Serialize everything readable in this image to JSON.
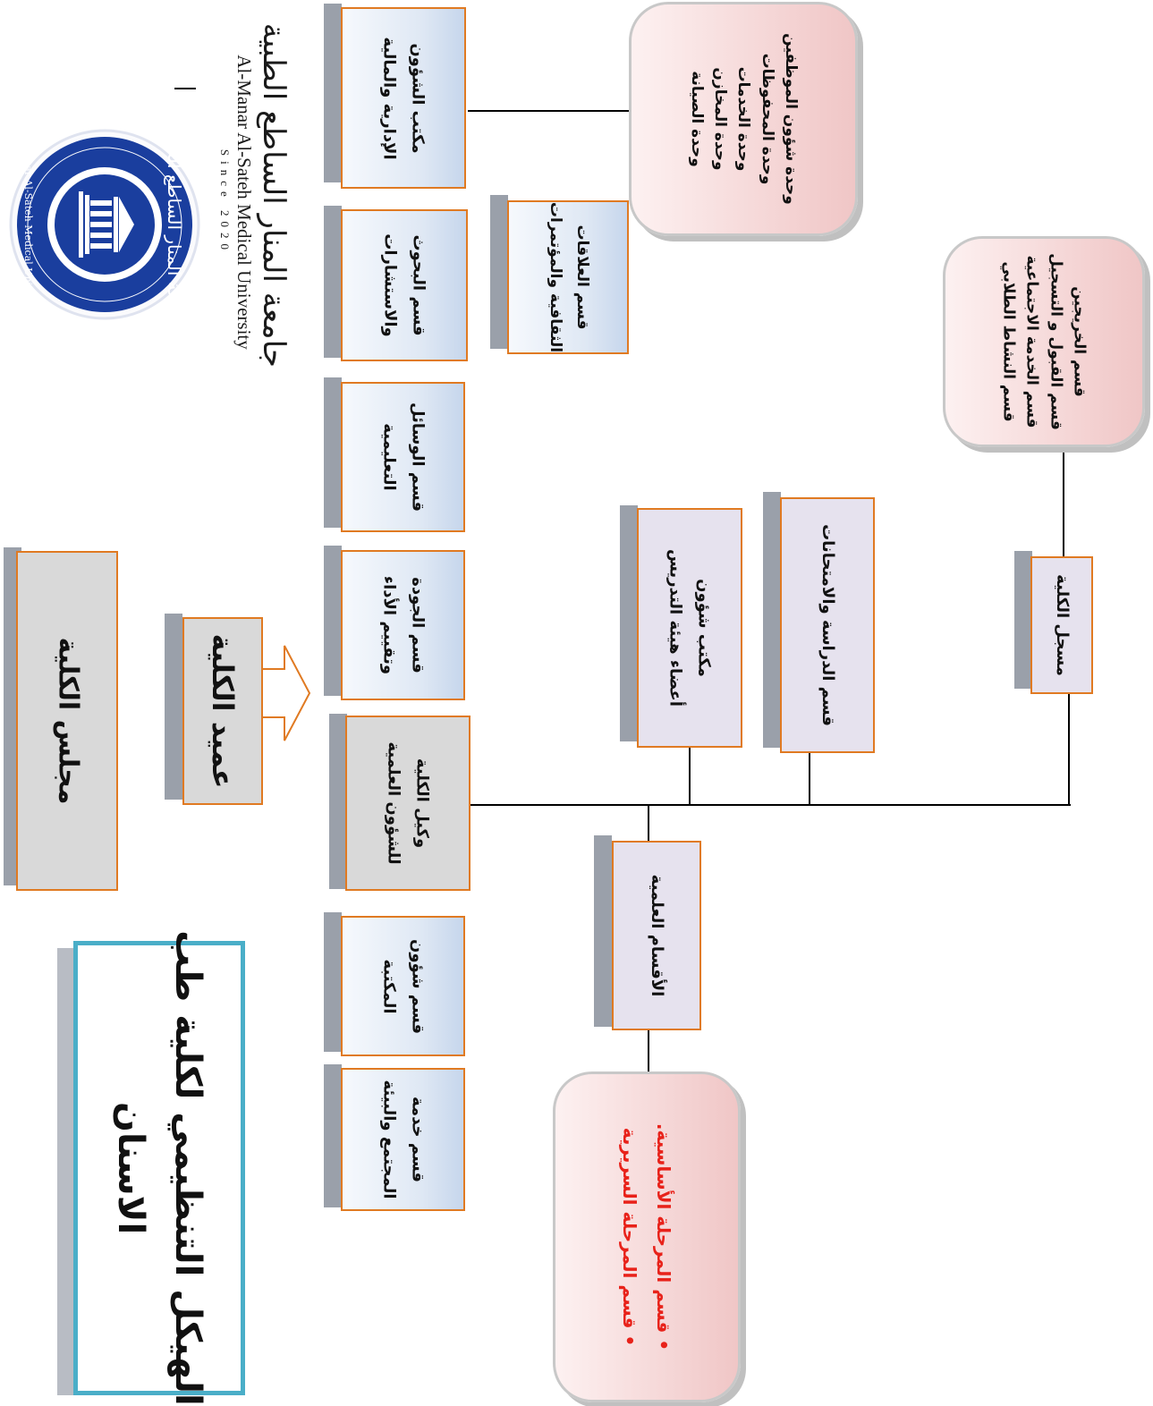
{
  "title": {
    "line1": "الهيكل التنظيمي لكلية طب",
    "line2": "الاسنان"
  },
  "logo": {
    "seal_text": "جامعة المنار الساطع الطبية",
    "seal_text_en": "Al-Manar Al-Sateh Medical University",
    "arabic_name": "جامعة المنار الساطع الطبية",
    "english_name": "Al-Manar Al-Sateh Medical University",
    "since": "Since 2020"
  },
  "nodes": {
    "council": "مجلس الكلية",
    "dean": "عميد الكلية",
    "vice_dean": {
      "l1": "وكيل الكلية",
      "l2": "للشؤون العلمية"
    },
    "admin_office": {
      "l1": "مكتب الشؤون",
      "l2": "الإدارية والمالية"
    },
    "research": {
      "l1": "قسم البحوث",
      "l2": "والاستشارات"
    },
    "media": {
      "l1": "قسم الوسائل",
      "l2": "التعليمية"
    },
    "quality": {
      "l1": "قسم الجودة",
      "l2": "وتقييم  الأداء"
    },
    "library": {
      "l1": "قسم شؤون",
      "l2": "المكتبة"
    },
    "community": {
      "l1": "قسم خدمة",
      "l2": "المجتمع والبيئة"
    },
    "relations": {
      "l1": "قسم العلاقات",
      "l2": "الثقافية والمؤتمرات"
    },
    "faculty_office": {
      "l1": "مكتب شؤون",
      "l2": "أعضاء هيئة التدريس"
    },
    "studies": "قسم الدراسة والامتحانات",
    "registrar": "مسجل الكلية",
    "scientific_depts": "الأقسام العلمية"
  },
  "admin_units": [
    "وحدة شؤون الموظفين",
    "وحدة المحفوظات",
    "وحدة الخدمات",
    "وحدة المخازن",
    "وحدة الصيانة"
  ],
  "registrar_units": [
    "قسم الخريجين",
    "قسم القبول و التسجيل",
    "قسم الخدمة الاجتماعية",
    "قسم النشاط الطلابي"
  ],
  "stage_depts": [
    "قسم المرحلة الأساسية.",
    "قسم المرحلة السريرية"
  ],
  "colors": {
    "box_border": "#e07a22",
    "title_border": "#4aaec8",
    "stage_text": "#e8221a",
    "seal_blue": "#1a3e9e"
  }
}
